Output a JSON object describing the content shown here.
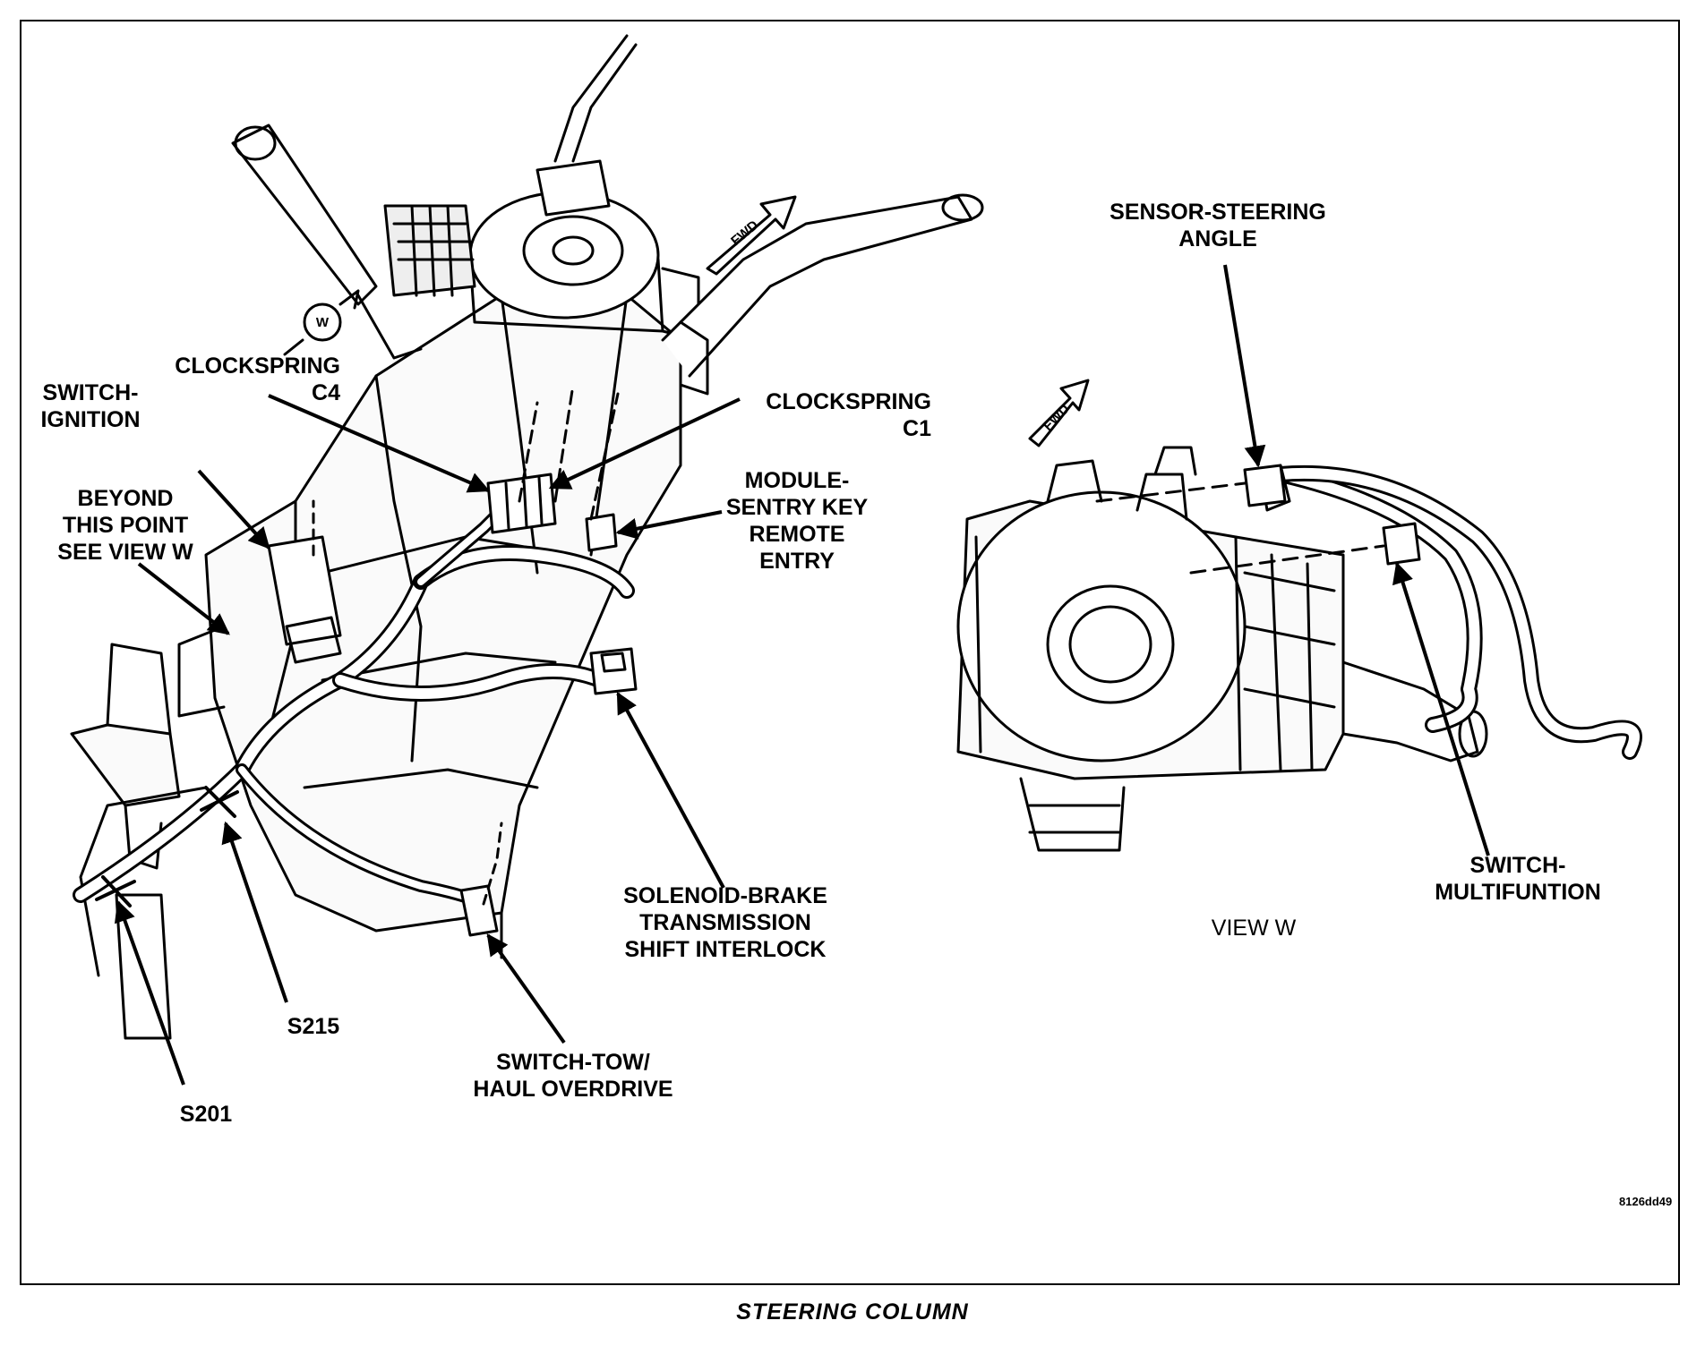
{
  "labels": {
    "switch_ignition": "SWITCH-\nIGNITION",
    "clockspring_c4": "CLOCKSPRING\nC4",
    "clockspring_c1": "CLOCKSPRING\nC1",
    "beyond_point": "BEYOND\nTHIS POINT\nSEE VIEW W",
    "module_sentry": "MODULE-\nSENTRY KEY\nREMOTE\nENTRY",
    "solenoid_brake": "SOLENOID-BRAKE\nTRANSMISSION\nSHIFT INTERLOCK",
    "switch_tow": "SWITCH-TOW/\nHAUL OVERDRIVE",
    "s215": "S215",
    "s201": "S201",
    "sensor_steering": "SENSOR-STEERING\nANGLE",
    "switch_multi": "SWITCH-\nMULTIFUNTION",
    "view_w": "VIEW W",
    "fwd_left": "FWD",
    "fwd_right": "FWD",
    "view_marker": "W"
  },
  "figure_code": "8126dd49",
  "caption": "STEERING COLUMN",
  "colors": {
    "ink": "#000000",
    "paper": "#ffffff",
    "fill": "#f2f2f2"
  }
}
